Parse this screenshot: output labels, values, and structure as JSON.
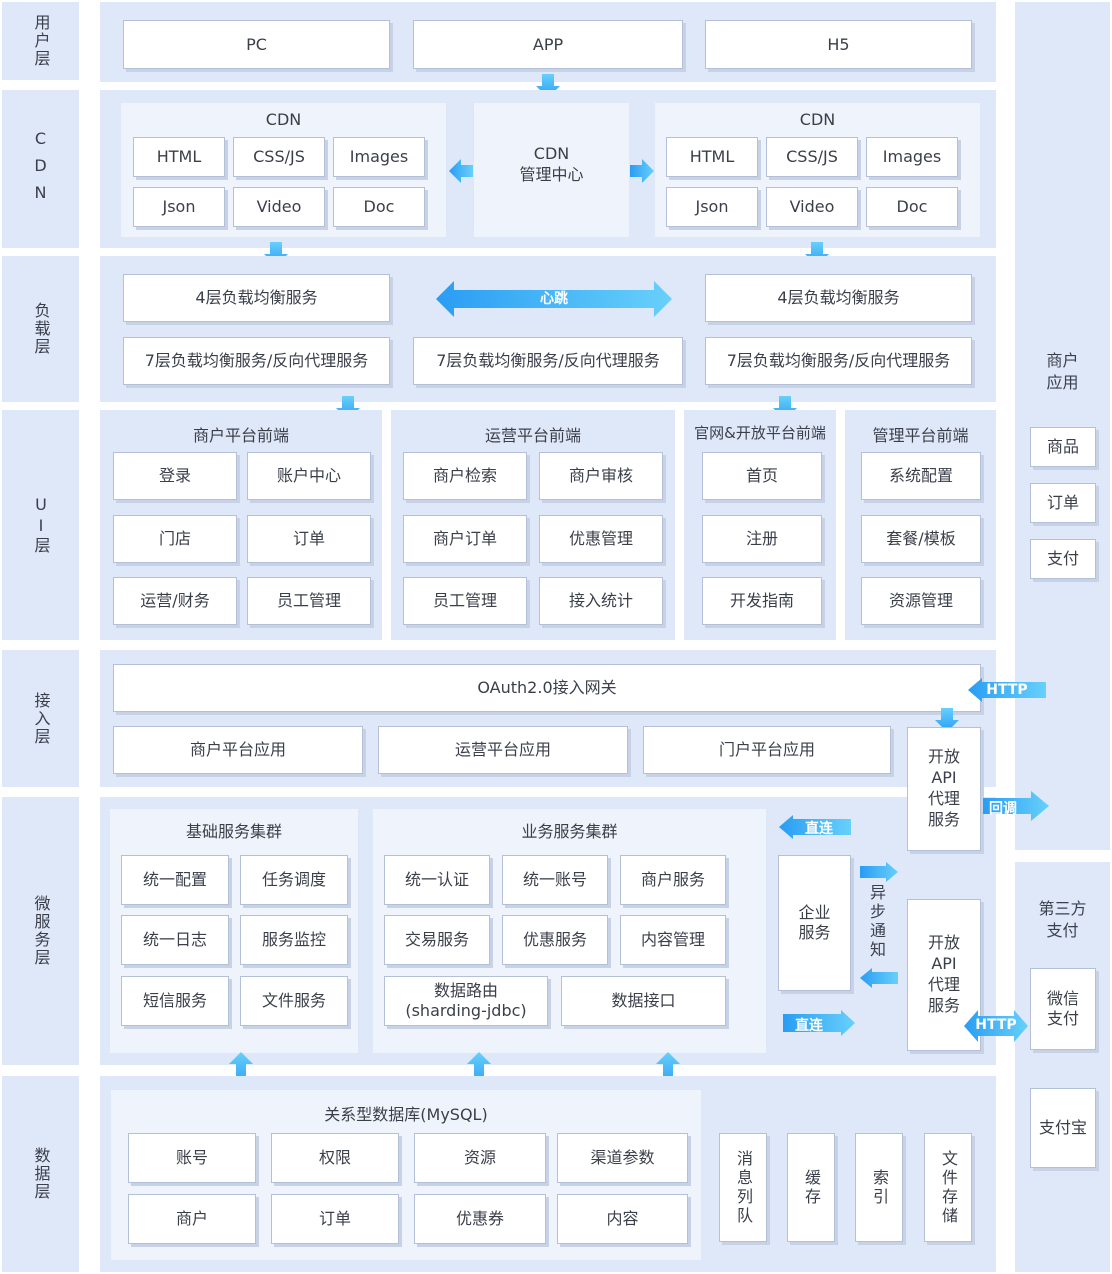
{
  "layers": {
    "user": "用户层",
    "cdn": "CDN",
    "lb": "负载层",
    "ui": "UI层",
    "access": "接入层",
    "micro": "微服务层",
    "data": "数据层"
  },
  "user_layer": {
    "items": [
      "PC",
      "APP",
      "H5"
    ]
  },
  "cdn_layer": {
    "left_title": "CDN",
    "right_title": "CDN",
    "center": "CDN\n管理中心",
    "items": [
      "HTML",
      "CSS/JS",
      "Images",
      "Json",
      "Video",
      "Doc"
    ]
  },
  "lb_layer": {
    "l4": "4层负载均衡服务",
    "l7": "7层负载均衡服务/反向代理服务",
    "heartbeat": "心跳"
  },
  "ui_layer": {
    "merchant": {
      "title": "商户平台前端",
      "items": [
        "登录",
        "账户中心",
        "门店",
        "订单",
        "运营/财务",
        "员工管理"
      ]
    },
    "ops": {
      "title": "运营平台前端",
      "items": [
        "商户检索",
        "商户审核",
        "商户订单",
        "优惠管理",
        "员工管理",
        "接入统计"
      ]
    },
    "portal": {
      "title": "官网&开放平台前端",
      "items": [
        "首页",
        "注册",
        "开发指南"
      ]
    },
    "admin": {
      "title": "管理平台前端",
      "items": [
        "系统配置",
        "套餐/模板",
        "资源管理"
      ]
    }
  },
  "access_layer": {
    "gateway": "OAuth2.0接入网关",
    "apps": [
      "商户平台应用",
      "运营平台应用",
      "门户平台应用"
    ],
    "http": "HTTP"
  },
  "micro_layer": {
    "base": {
      "title": "基础服务集群",
      "items": [
        "统一配置",
        "任务调度",
        "统一日志",
        "服务监控",
        "短信服务",
        "文件服务"
      ]
    },
    "biz": {
      "title": "业务服务集群",
      "items": [
        "统一认证",
        "统一账号",
        "商户服务",
        "交易服务",
        "优惠服务",
        "内容管理"
      ],
      "router": "数据路由\n(sharding-jdbc)",
      "iface": "数据接口"
    },
    "enterprise": "企业\n服务",
    "open_api": "开放\nAPI\n代理\n服务",
    "direct": "直连",
    "async": "异步通知",
    "callback": "回调",
    "http": "HTTP"
  },
  "data_layer": {
    "db_title": "关系型数据库(MySQL)",
    "db_items": [
      "账号",
      "权限",
      "资源",
      "渠道参数",
      "商户",
      "订单",
      "优惠券",
      "内容"
    ],
    "others": [
      "消息列队",
      "缓存",
      "索引",
      "文件存储"
    ]
  },
  "merchant_apps": {
    "title": "商户\n应用",
    "items": [
      "商品",
      "订单",
      "支付"
    ]
  },
  "third_party": {
    "title": "第三方\n支付",
    "items": [
      "微信\n支付",
      "支付宝"
    ]
  },
  "colors": {
    "band": "#dfe8f9",
    "panel": "#eef3fc",
    "arrow_start": "#2aa4f4",
    "arrow_end": "#67d0fb"
  }
}
